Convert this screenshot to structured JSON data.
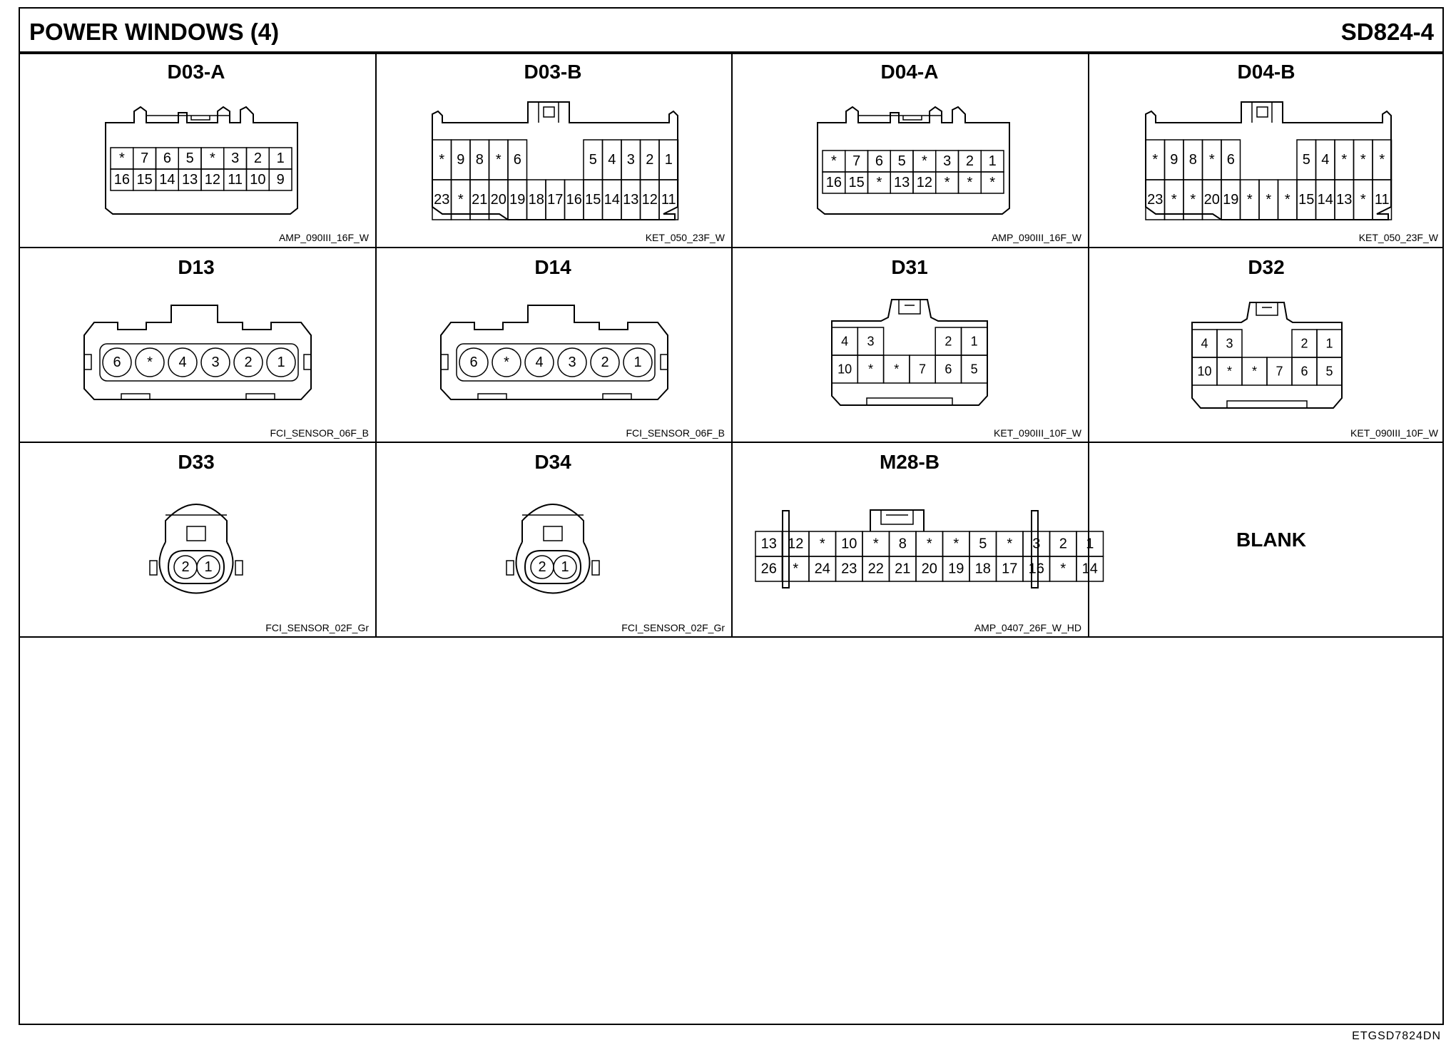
{
  "header": {
    "title": "POWER WINDOWS (4)",
    "code": "SD824-4"
  },
  "footer": {
    "ref": "ETGSD7824DN"
  },
  "connectors": [
    {
      "id": "D03-A",
      "part": "AMP_090III_16F_W",
      "top": [
        "*",
        "7",
        "6",
        "5",
        "*",
        "3",
        "2",
        "1"
      ],
      "bottom": [
        "16",
        "15",
        "14",
        "13",
        "12",
        "11",
        "10",
        "9"
      ]
    },
    {
      "id": "D03-B",
      "part": "KET_050_23F_W",
      "top": [
        "*",
        "9",
        "8",
        "*",
        "6",
        "",
        "",
        "",
        "5",
        "4",
        "3",
        "2",
        "1"
      ],
      "bottom": [
        "23",
        "*",
        "21",
        "20",
        "19",
        "18",
        "17",
        "16",
        "15",
        "14",
        "13",
        "12",
        "11"
      ]
    },
    {
      "id": "D04-A",
      "part": "AMP_090III_16F_W",
      "top": [
        "*",
        "7",
        "6",
        "5",
        "*",
        "3",
        "2",
        "1"
      ],
      "bottom": [
        "16",
        "15",
        "*",
        "13",
        "12",
        "*",
        "*",
        "*"
      ]
    },
    {
      "id": "D04-B",
      "part": "KET_050_23F_W",
      "top": [
        "*",
        "9",
        "8",
        "*",
        "6",
        "",
        "",
        "",
        "5",
        "4",
        "*",
        "*",
        "*"
      ],
      "bottom": [
        "23",
        "*",
        "*",
        "20",
        "19",
        "*",
        "*",
        "*",
        "15",
        "14",
        "13",
        "*",
        "11"
      ]
    },
    {
      "id": "D13",
      "part": "FCI_SENSOR_06F_B",
      "pins": [
        "6",
        "*",
        "4",
        "3",
        "2",
        "1"
      ]
    },
    {
      "id": "D14",
      "part": "FCI_SENSOR_06F_B",
      "pins": [
        "6",
        "*",
        "4",
        "3",
        "2",
        "1"
      ]
    },
    {
      "id": "D31",
      "part": "KET_090III_10F_W",
      "top": [
        "4",
        "3",
        "2",
        "1"
      ],
      "bottom": [
        "10",
        "*",
        "*",
        "7",
        "6",
        "5"
      ]
    },
    {
      "id": "D32",
      "part": "KET_090III_10F_W",
      "top": [
        "4",
        "3",
        "2",
        "1"
      ],
      "bottom": [
        "10",
        "*",
        "*",
        "7",
        "6",
        "5"
      ]
    },
    {
      "id": "D33",
      "part": "FCI_SENSOR_02F_Gr",
      "pins": [
        "2",
        "1"
      ]
    },
    {
      "id": "D34",
      "part": "FCI_SENSOR_02F_Gr",
      "pins": [
        "2",
        "1"
      ]
    },
    {
      "id": "M28-B",
      "part": "AMP_0407_26F_W_HD",
      "top": [
        "13",
        "12",
        "*",
        "10",
        "*",
        "8",
        "*",
        "*",
        "5",
        "*",
        "3",
        "2",
        "1"
      ],
      "bottom": [
        "26",
        "*",
        "24",
        "23",
        "22",
        "21",
        "20",
        "19",
        "18",
        "17",
        "16",
        "*",
        "14"
      ]
    }
  ],
  "blank": {
    "label": "BLANK"
  }
}
